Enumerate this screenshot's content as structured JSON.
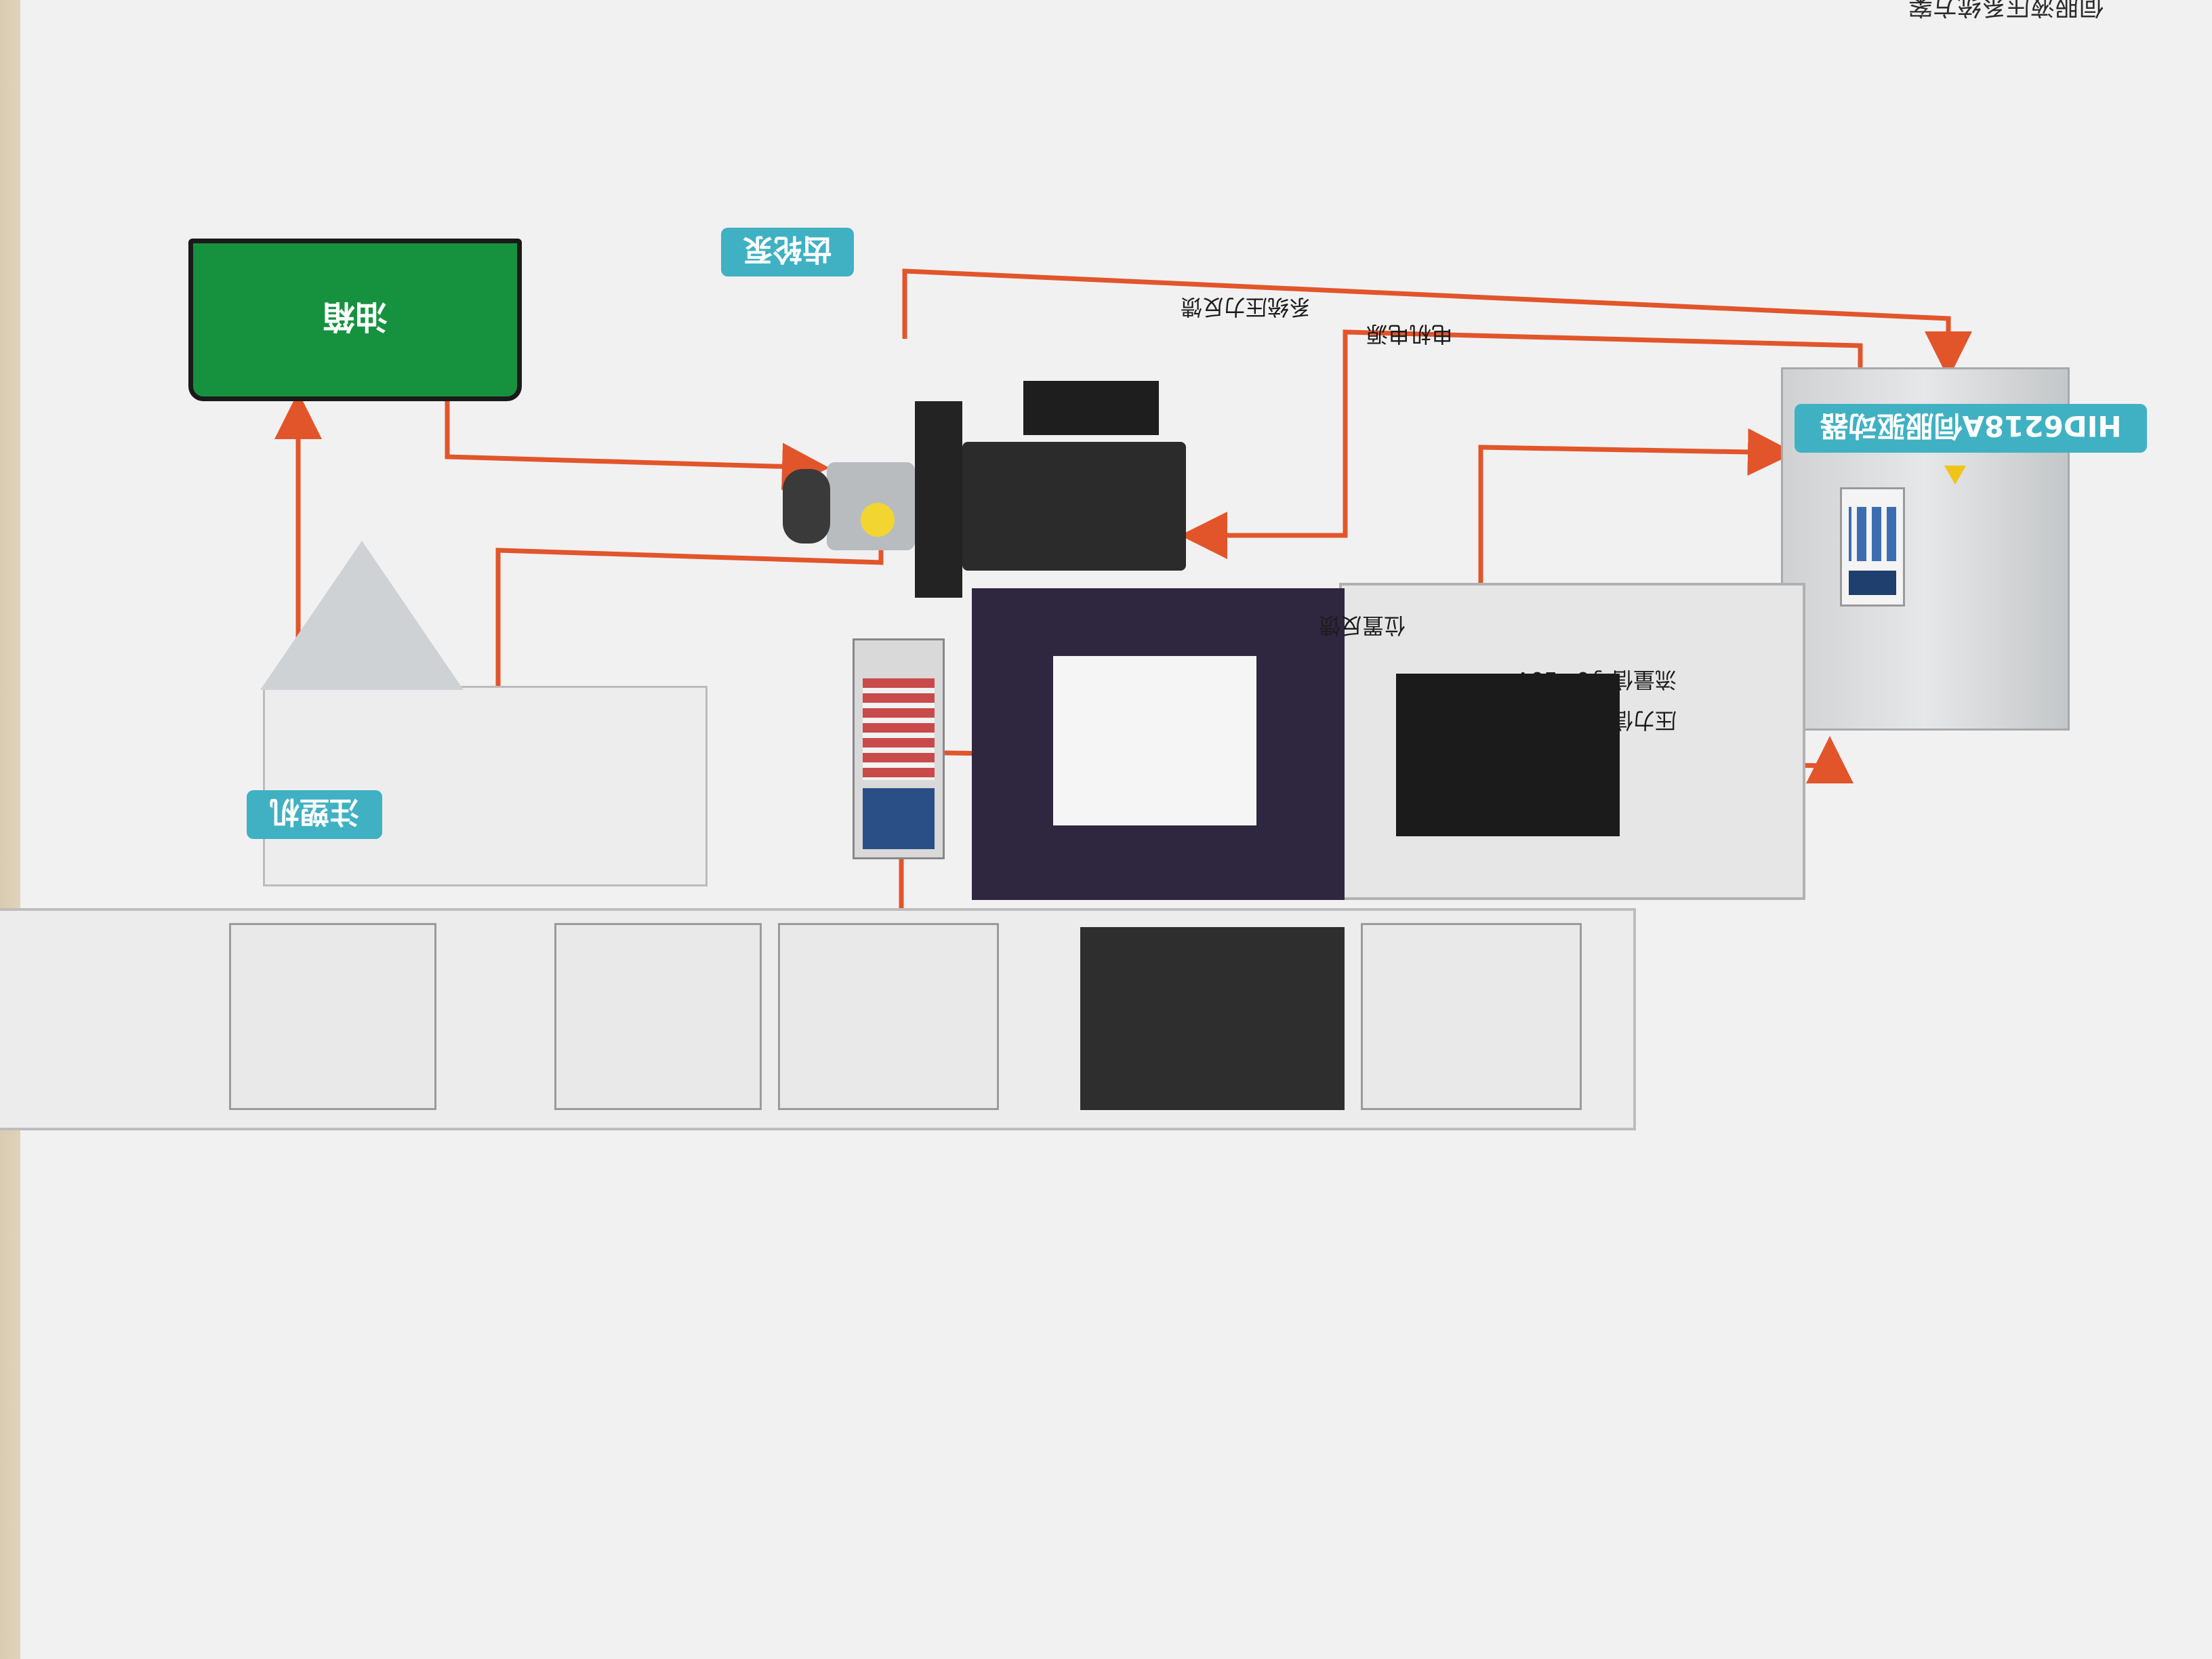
{
  "nodes": {
    "oil_tank": "油箱",
    "gear_pump": "齿轮泵",
    "servo_drive": "HID6218A伺服驱动器",
    "injection_machine": "注塑机"
  },
  "edges": {
    "system_pressure_feedback": "系统压力反馈",
    "motor_power": "电机电源",
    "position_feedback": "位置反馈",
    "flow_signal": "流量信号0~10V",
    "pressure_signal": "压力信号0~10V"
  },
  "colors": {
    "arrow": "#e2552a",
    "tag_bg": "#3fb1c3",
    "tank": "#16923f"
  },
  "header_fragment": "伺服液压系统方案"
}
